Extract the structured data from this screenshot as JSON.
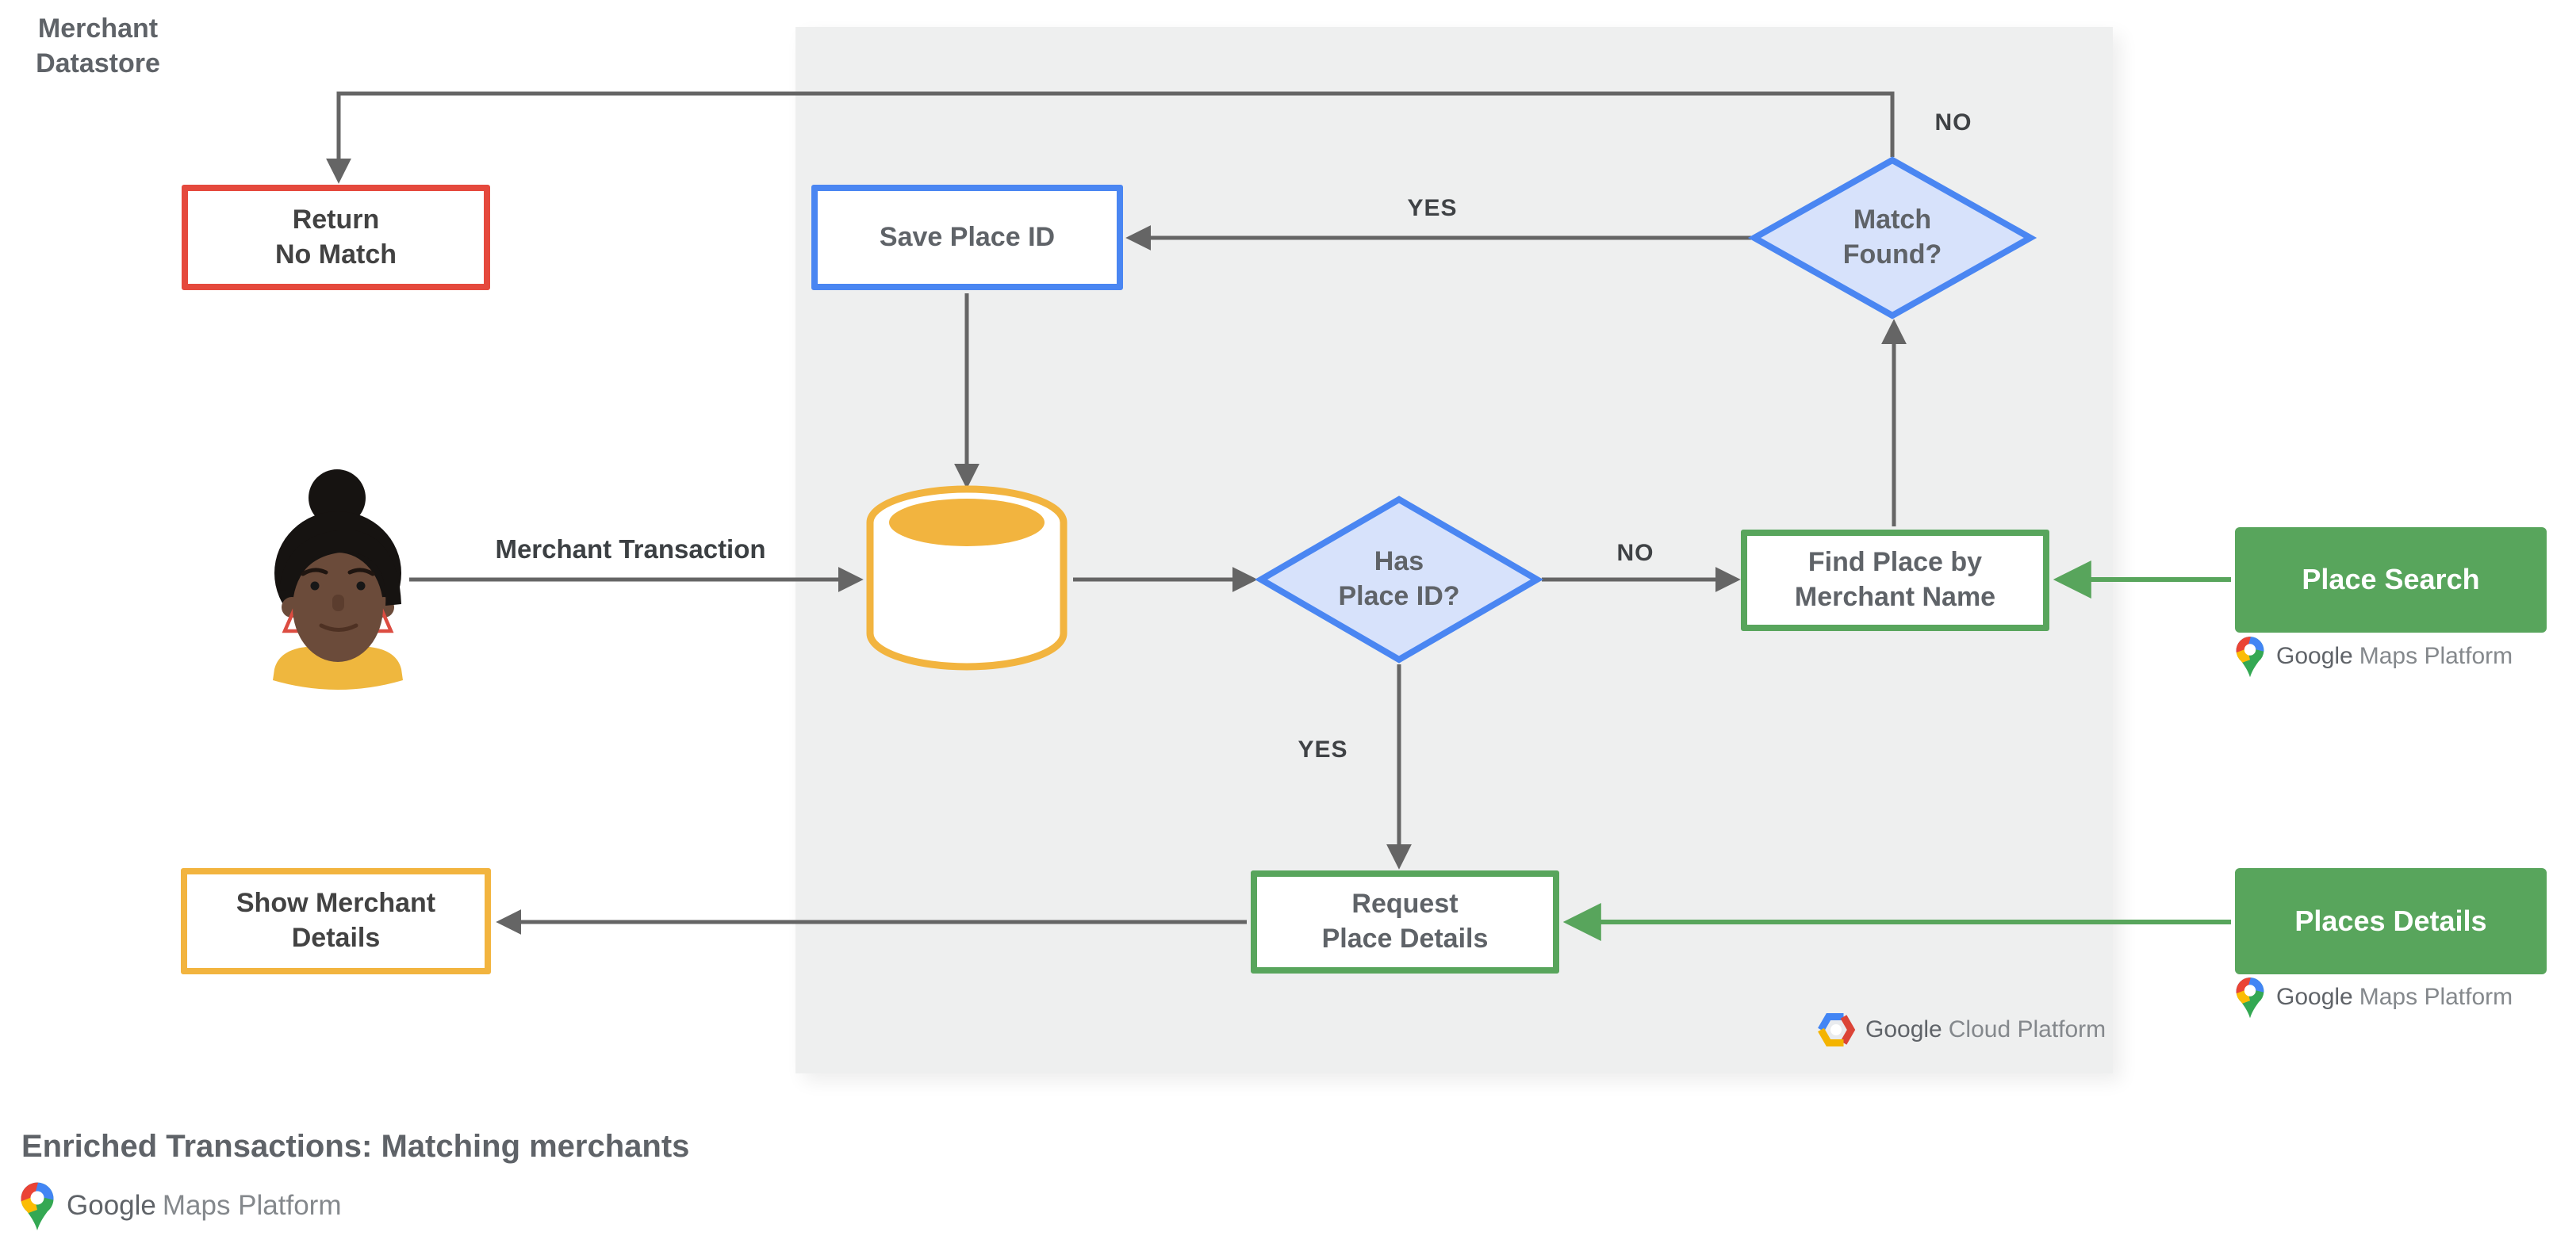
{
  "diagram": {
    "title": "Enriched Transactions: Matching merchants",
    "nodes": {
      "return_no_match": "Return\nNo Match",
      "save_place_id": "Save Place ID",
      "match_found": "Match\nFound?",
      "merchant_datastore": "Merchant\nDatastore",
      "has_place_id": "Has\nPlace ID?",
      "find_place_by_merchant_name": "Find Place by\nMerchant Name",
      "place_search": "Place Search",
      "request_place_details": "Request\nPlace Details",
      "places_details": "Places Details",
      "show_merchant_details": "Show Merchant\nDetails"
    },
    "edge_labels": {
      "merchant_transaction": "Merchant Transaction",
      "no_top": "NO",
      "yes_top": "YES",
      "no_right": "NO",
      "yes_down": "YES"
    },
    "logos": {
      "maps_platform_google": "Google",
      "maps_platform_rest": "Maps Platform",
      "cloud_platform_google": "Google",
      "cloud_platform_rest": "Cloud Platform"
    },
    "colors": {
      "red": "#E5493D",
      "blue": "#4A86F2",
      "blue_fill": "#D7E2FB",
      "yellow": "#F2B43F",
      "green": "#58A55C",
      "line_gray": "#656565",
      "panel_gray": "#EEEFEF",
      "label_gray": "#5F6368",
      "dark_text": "#424242"
    }
  }
}
